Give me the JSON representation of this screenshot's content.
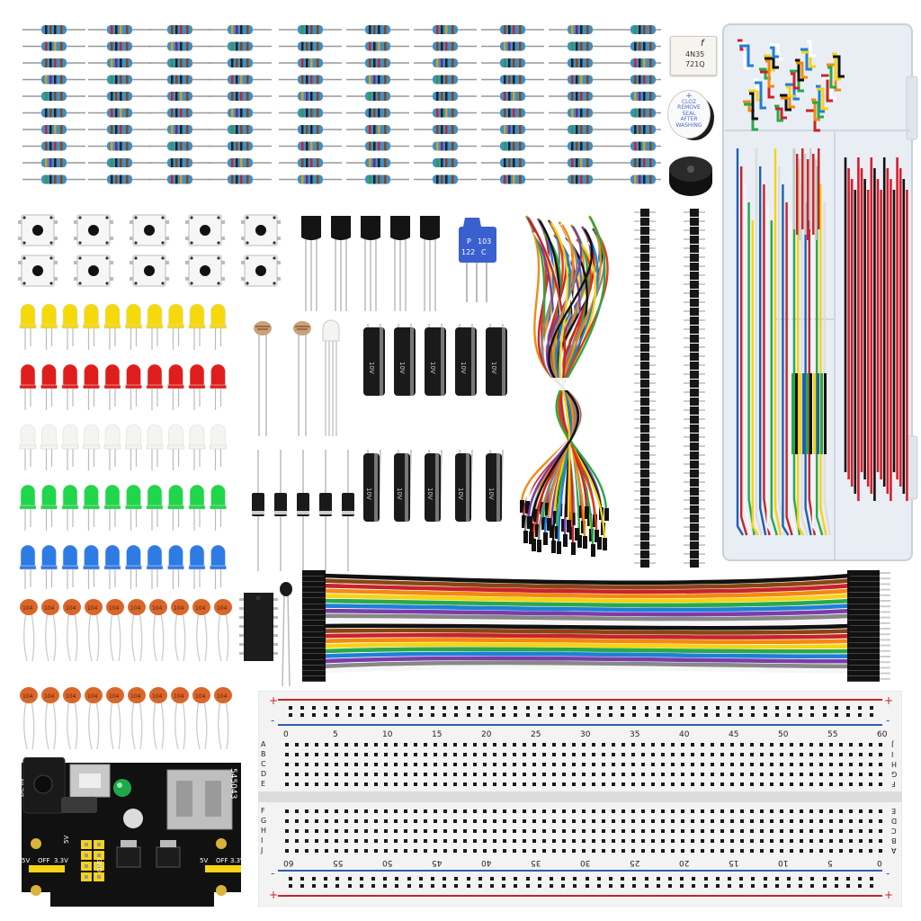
{
  "optocoupler": {
    "logo": "f",
    "line1": "4N35",
    "line2": "721Q"
  },
  "buzzer": {
    "line1": "+",
    "line2": "CLOZ",
    "line3": "REMOVE",
    "line4": "SEAL",
    "line5": "AFTER",
    "line6": "WASHING"
  },
  "potentiometer": {
    "line1": "P",
    "line2": "103",
    "line3": "122",
    "line4": "C"
  },
  "capacitors": {
    "mark": "10V"
  },
  "ceramic_caps": {
    "mark": "104"
  },
  "breadboard": {
    "rail_plus": "+",
    "rail_minus": "-",
    "top_numbers": [
      "0",
      "5",
      "10",
      "15",
      "20",
      "25",
      "30",
      "35",
      "40",
      "45",
      "50",
      "55",
      "60"
    ],
    "bottom_numbers": [
      "60",
      "55",
      "50",
      "45",
      "40",
      "35",
      "30",
      "25",
      "20",
      "15",
      "10",
      "5",
      "0"
    ],
    "rows_left_top": [
      "A",
      "B",
      "C",
      "D",
      "E"
    ],
    "rows_left_bottom": [
      "F",
      "G",
      "H",
      "I",
      "J"
    ],
    "rows_right_top": [
      "J",
      "I",
      "H",
      "G",
      "F"
    ],
    "rows_right_bottom": [
      "E",
      "D",
      "C",
      "B",
      "A"
    ]
  },
  "power_module": {
    "label_dc": "DC-IN",
    "board_id": "545043",
    "left_5v": "5V",
    "left_off": "OFF",
    "left_3v3": "3.3V",
    "mid_5v": "5V",
    "mid_gnd": "GND",
    "right_5v": "5V",
    "right_off": "OFF",
    "right_3v3": "3.3V"
  },
  "colors": {
    "background": "#ffffff",
    "resistor_body": "#3f8fc6",
    "led_yellow": "#f5d90a",
    "led_red": "#e01d1d",
    "led_white": "#f4f4f0",
    "led_green": "#20d64a",
    "led_blue": "#2e7be6",
    "ceramic_cap": "#d9662a",
    "rail_red": "#c8242b",
    "rail_blue": "#2c5fae",
    "board_black": "#111111",
    "box_plastic": "#e9eef4"
  }
}
